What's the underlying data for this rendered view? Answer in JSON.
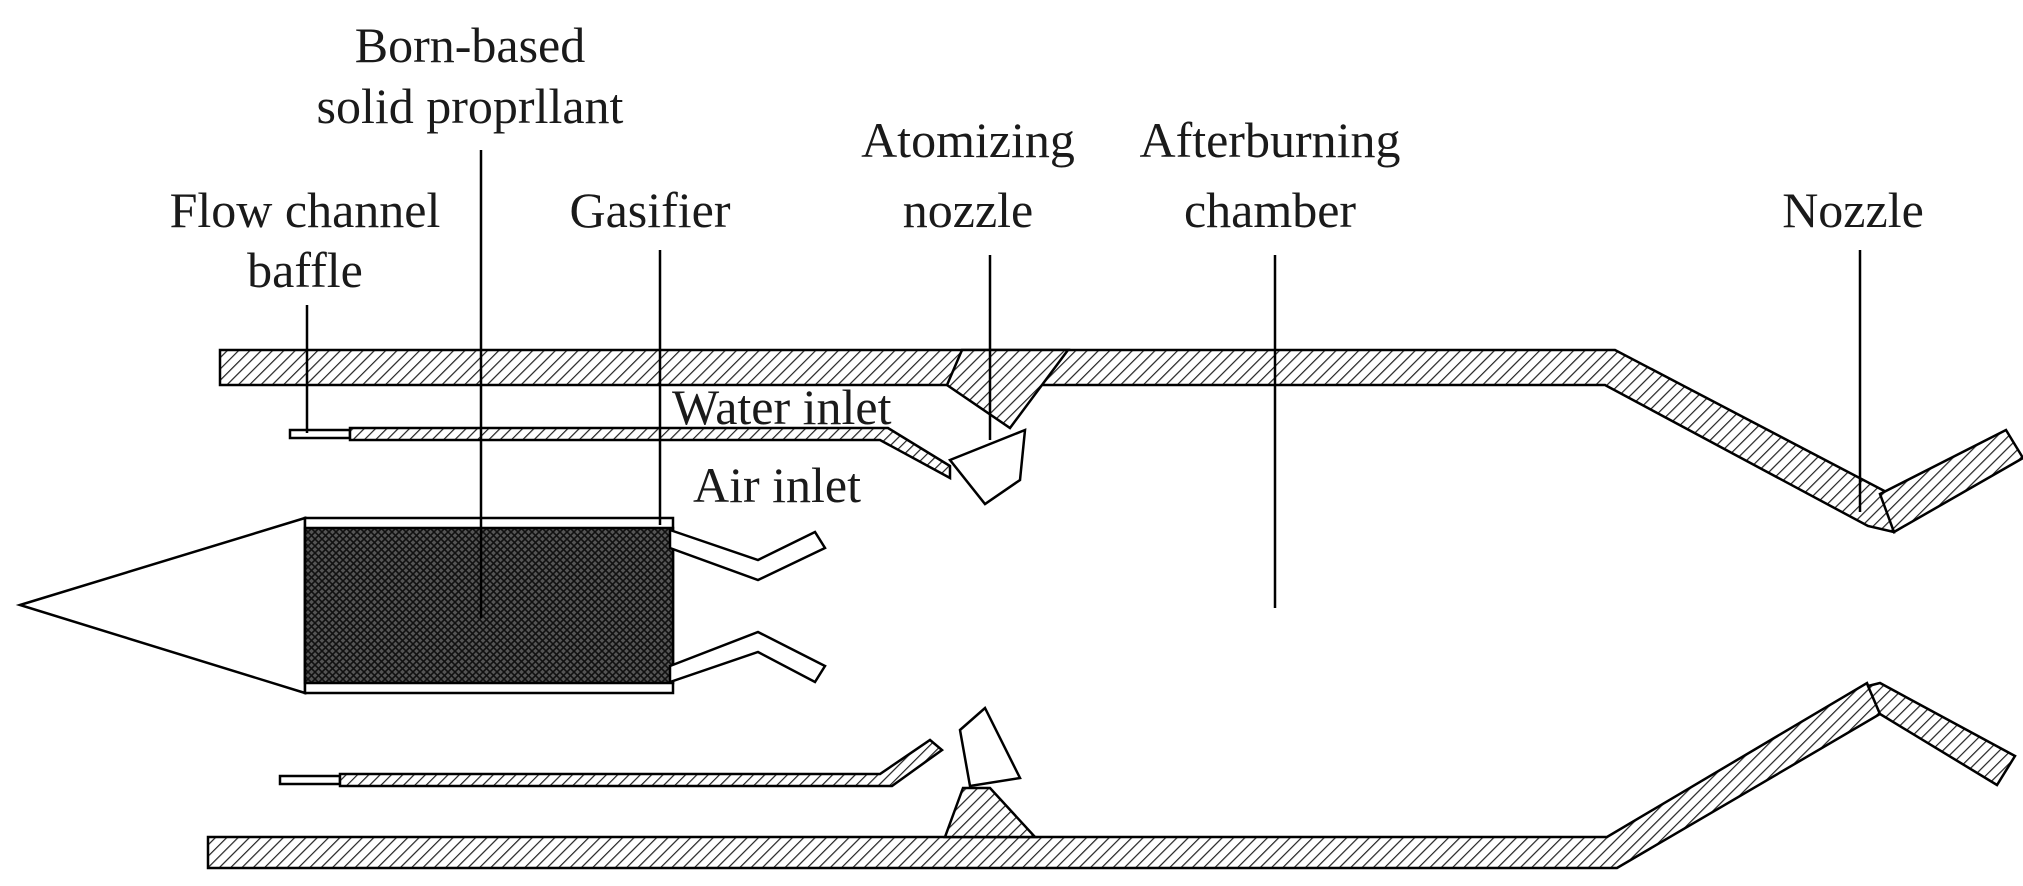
{
  "labels": {
    "propellant_line1": "Born-based",
    "propellant_line2": "solid proprllant",
    "baffle_line1": "Flow channel",
    "baffle_line2": "baffle",
    "gasifier": "Gasifier",
    "atomizing_line1": "Atomizing",
    "atomizing_line2": "nozzle",
    "afterburning_line1": "Afterburning",
    "afterburning_line2": "chamber",
    "nozzle": "Nozzle",
    "water_inlet": "Water inlet",
    "air_inlet": "Air inlet"
  }
}
